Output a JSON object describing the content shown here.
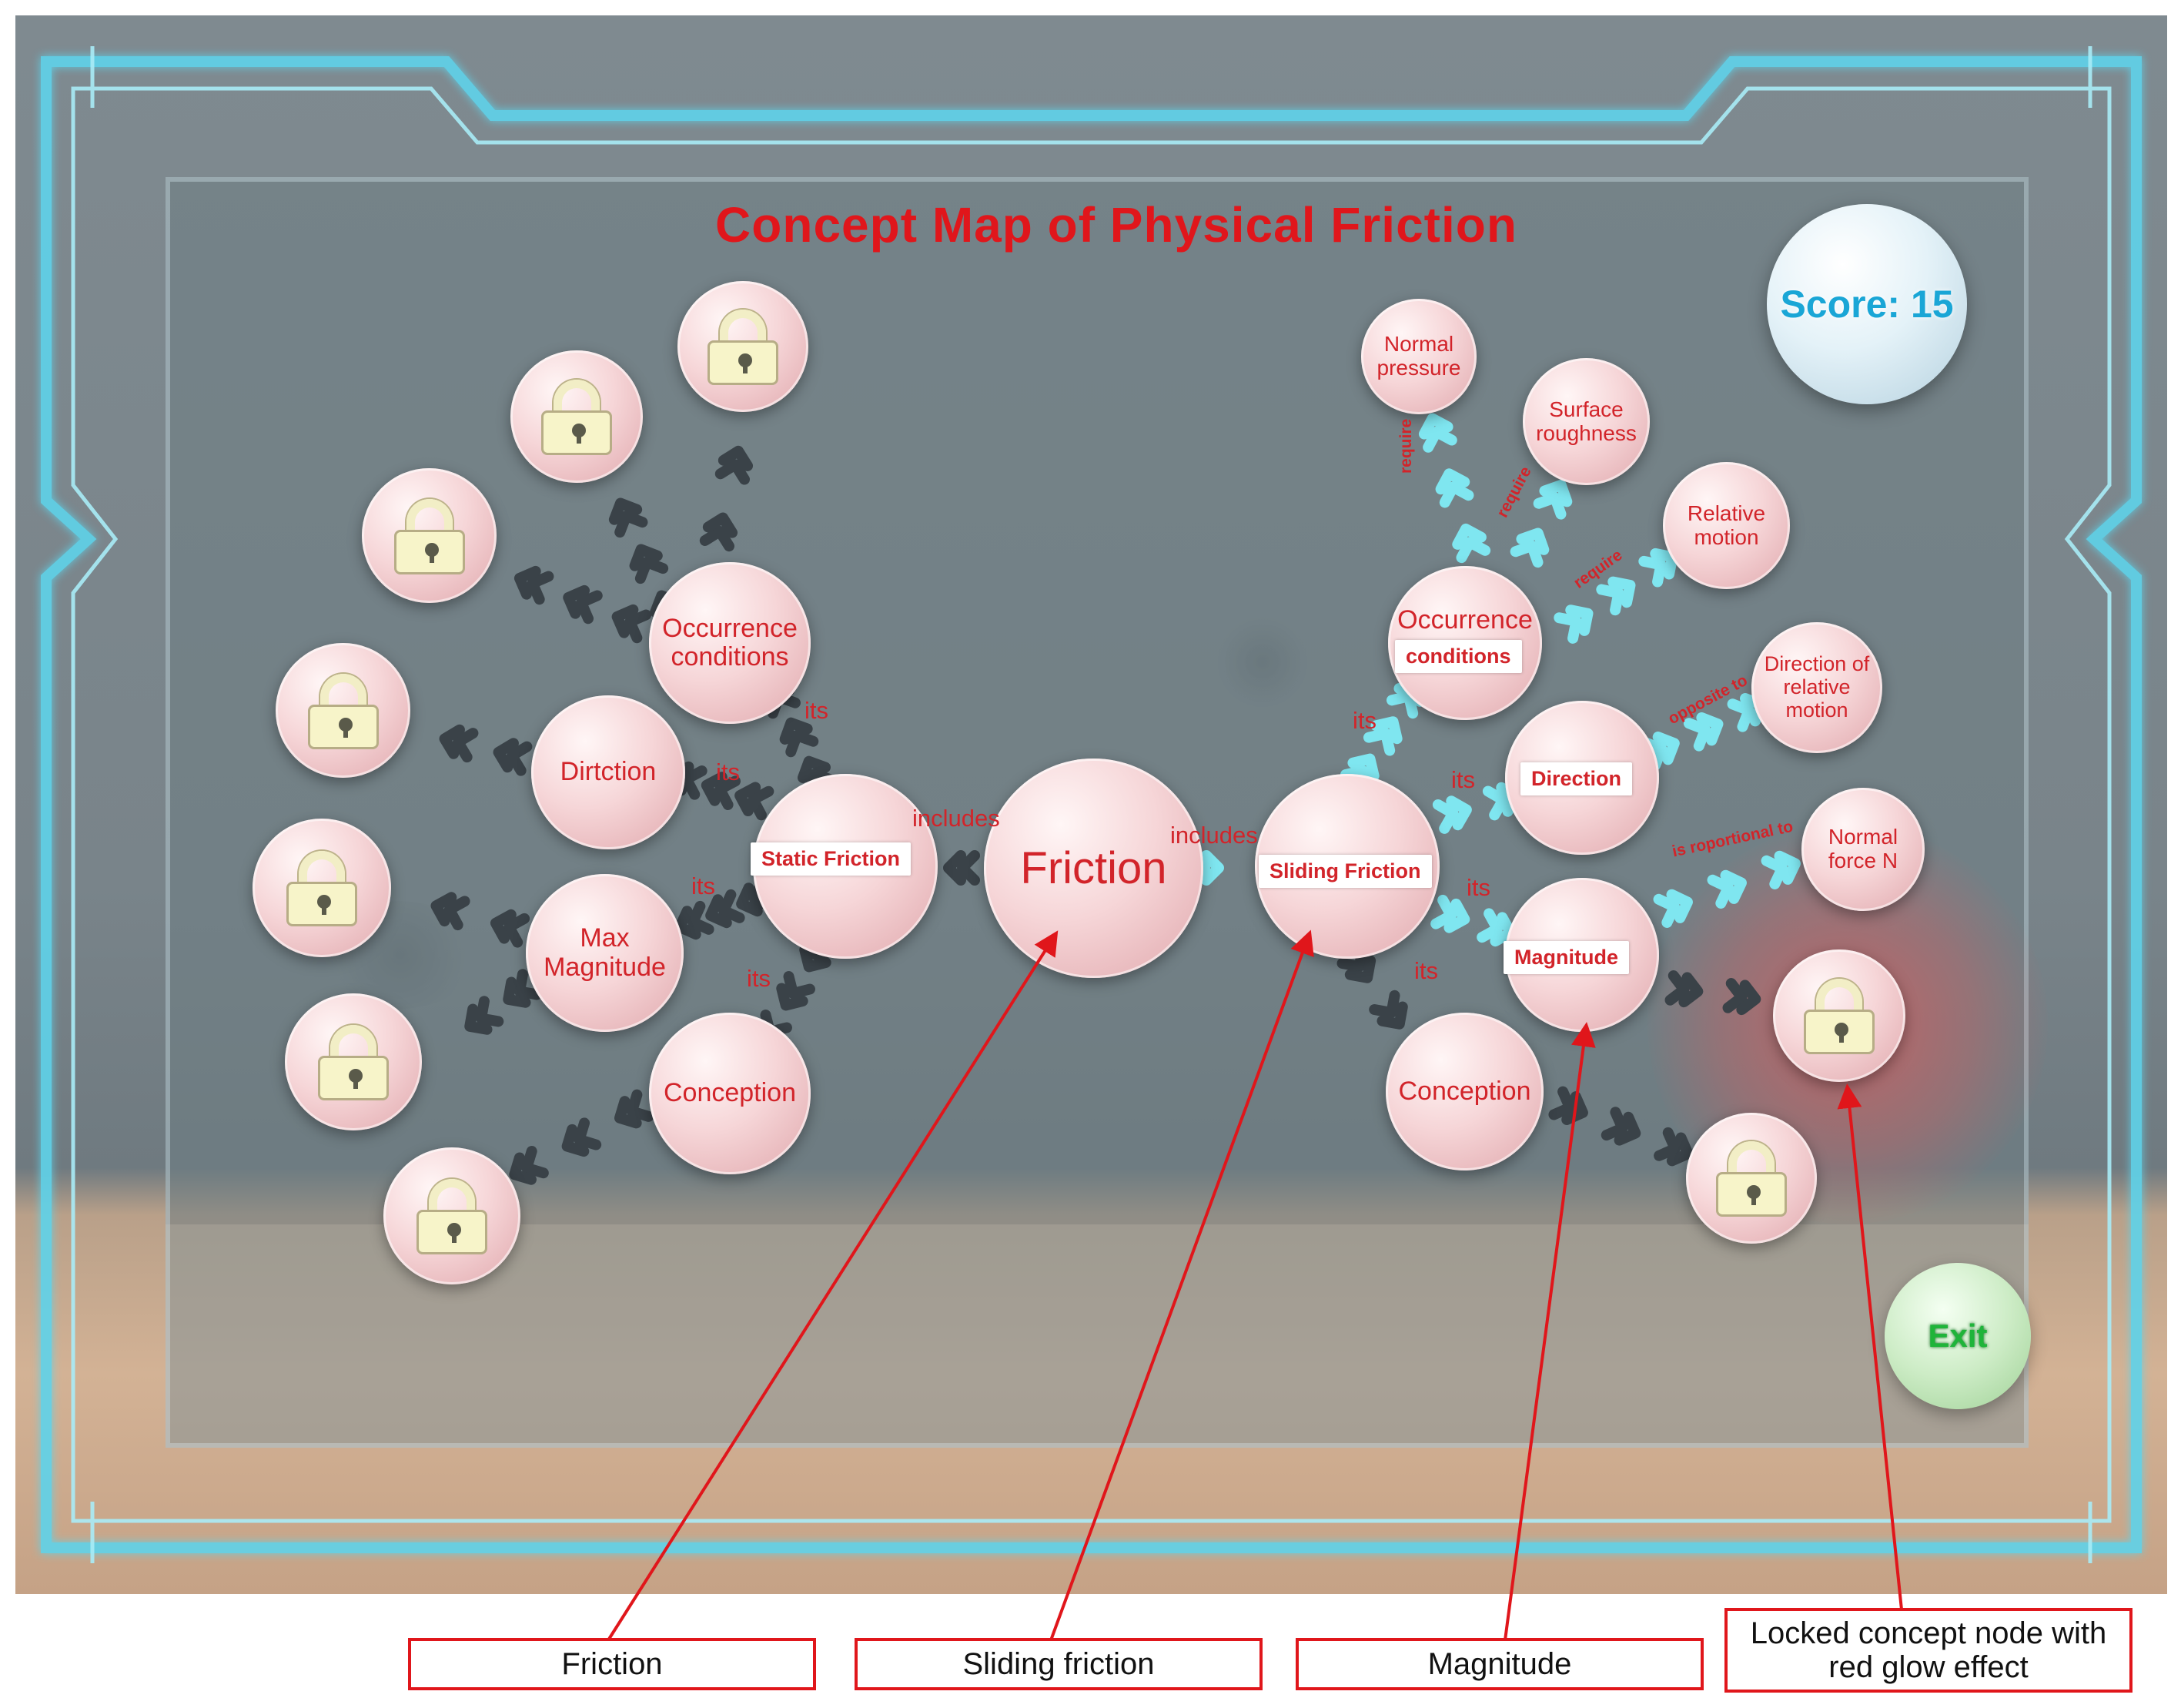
{
  "title": "Concept Map of Physical Friction",
  "score": "Score: 15",
  "exit_label": "Exit",
  "colors": {
    "label_red": "#d2242a",
    "arrow_dark": "#3a4248",
    "arrow_cyan": "#7fe6f0",
    "frame_cyan": "#5fd3ea",
    "score_blue": "#1aa6d6",
    "exit_green": "#1fb43a"
  },
  "nodes": {
    "friction": "Friction",
    "static_friction": "Static Friction",
    "sliding_friction": "Sliding Friction",
    "left_occurrence": "Occurrence conditions",
    "left_direction": "Dirtction",
    "left_max_magnitude": "Max Magnitude",
    "left_conception": "Conception",
    "right_occurrence": "Occurrence",
    "right_occurrence_tag": "conditions",
    "right_direction": "Direction",
    "right_magnitude": "Magnitude",
    "right_conception": "Conception",
    "normal_pressure": "Normal pressure",
    "surface_roughness": "Surface roughness",
    "relative_motion": "Relative motion",
    "direction_relative_motion": "Direction of relative motion",
    "normal_force": "Normal force N"
  },
  "edge_labels": {
    "includes_left": "includes",
    "includes_right": "includes",
    "its_1": "its",
    "its_2": "its",
    "its_3": "its",
    "its_4": "its",
    "its_5": "its",
    "its_6": "its",
    "its_7": "its",
    "its_8": "its",
    "require_1": "require",
    "require_2": "require",
    "require_3": "require",
    "opposite_to": "opposite to",
    "proportional_to": "is roportional to"
  },
  "annotations": [
    "Friction",
    "Sliding friction",
    "Magnitude",
    "Locked concept node with red glow effect"
  ]
}
